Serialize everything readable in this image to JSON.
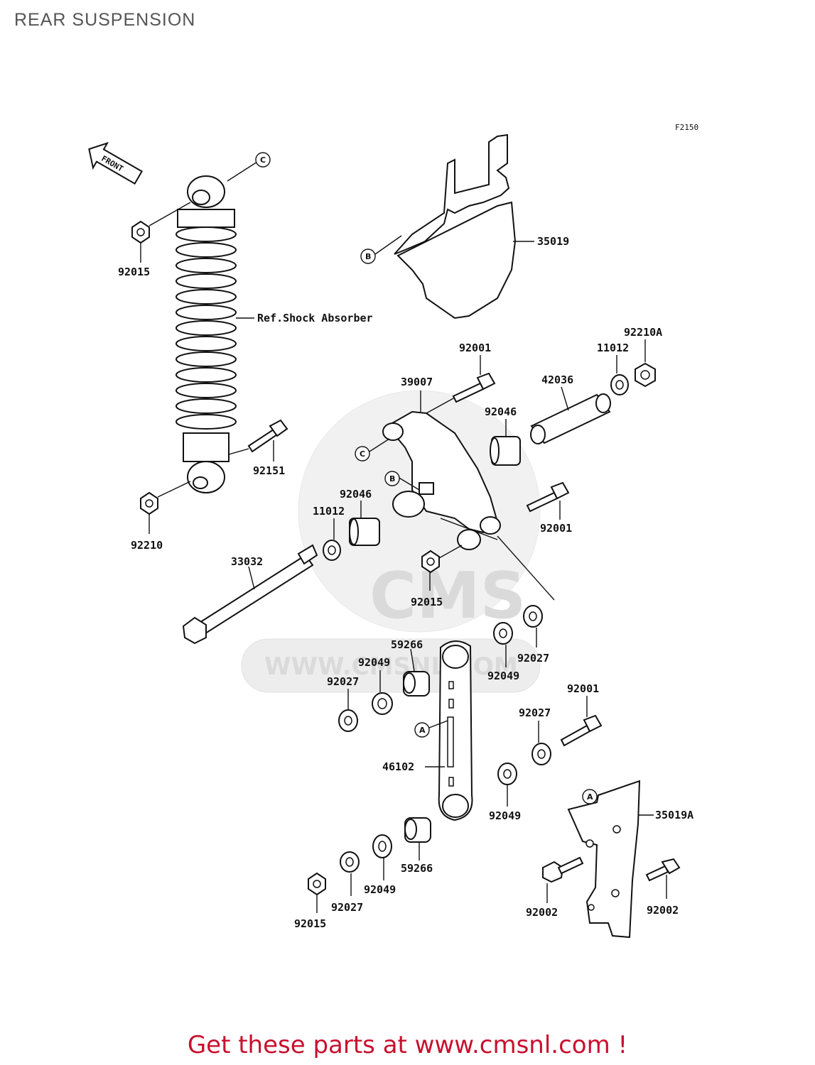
{
  "title": "REAR SUSPENSION",
  "figure_code": "F2150",
  "front_arrow": "FRONT",
  "shock_reference": "Ref.Shock Absorber",
  "ref_markers": [
    "A",
    "B",
    "C"
  ],
  "watermark": {
    "brand": "CMS",
    "url": "WWW.CMSNL.COM"
  },
  "parts": [
    "35019",
    "92015",
    "92001",
    "92210A",
    "11012",
    "39007",
    "42036",
    "92046",
    "92151",
    "92210",
    "33032",
    "59266",
    "92049",
    "92027",
    "46102",
    "35019A",
    "92002"
  ],
  "footer": "Get these parts at www.cmsnl.com !"
}
